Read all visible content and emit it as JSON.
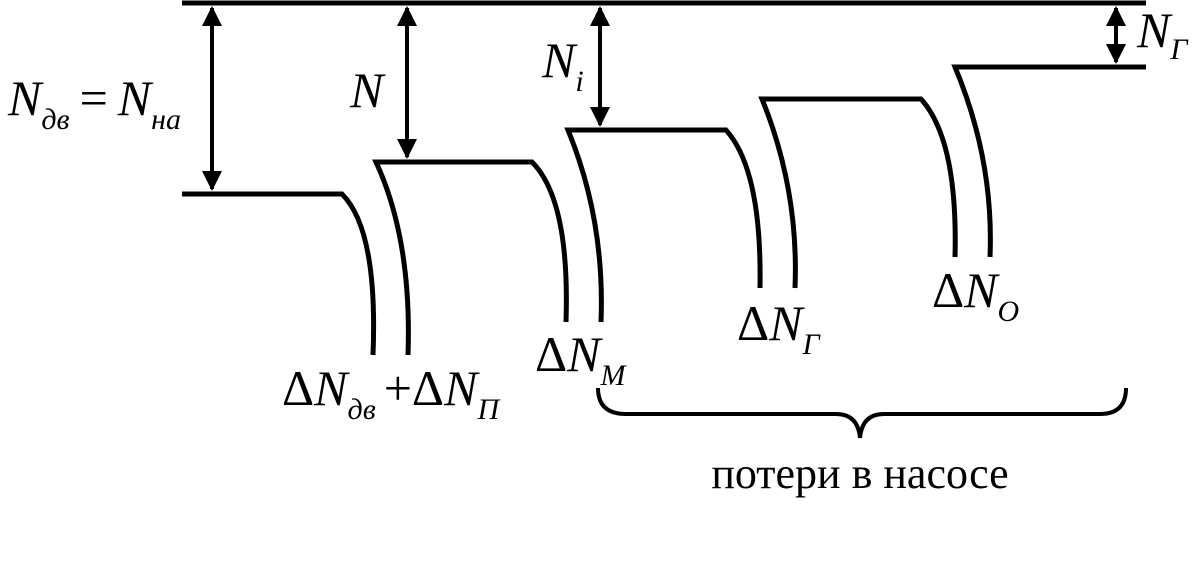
{
  "labels": {
    "n_dv_eq_n_na": {
      "main1": "N",
      "sub1": "дв",
      "eq": "=",
      "main2": "N",
      "sub2": "на"
    },
    "n": {
      "main": "N"
    },
    "n_i": {
      "main": "N",
      "sub": "i"
    },
    "n_g": {
      "main": "N",
      "sub": "Г"
    },
    "loss_dv_p": {
      "delta1": "Δ",
      "main1": "N",
      "sub1": "дв",
      "plus": "+",
      "delta2": "Δ",
      "main2": "N",
      "sub2": "П"
    },
    "loss_m": {
      "delta": "Δ",
      "main": "N",
      "sub": "М"
    },
    "loss_g": {
      "delta": "Δ",
      "main": "N",
      "sub": "Г"
    },
    "loss_o": {
      "delta": "Δ",
      "main": "N",
      "sub": "О"
    },
    "pump_losses": "потери в насосе"
  }
}
